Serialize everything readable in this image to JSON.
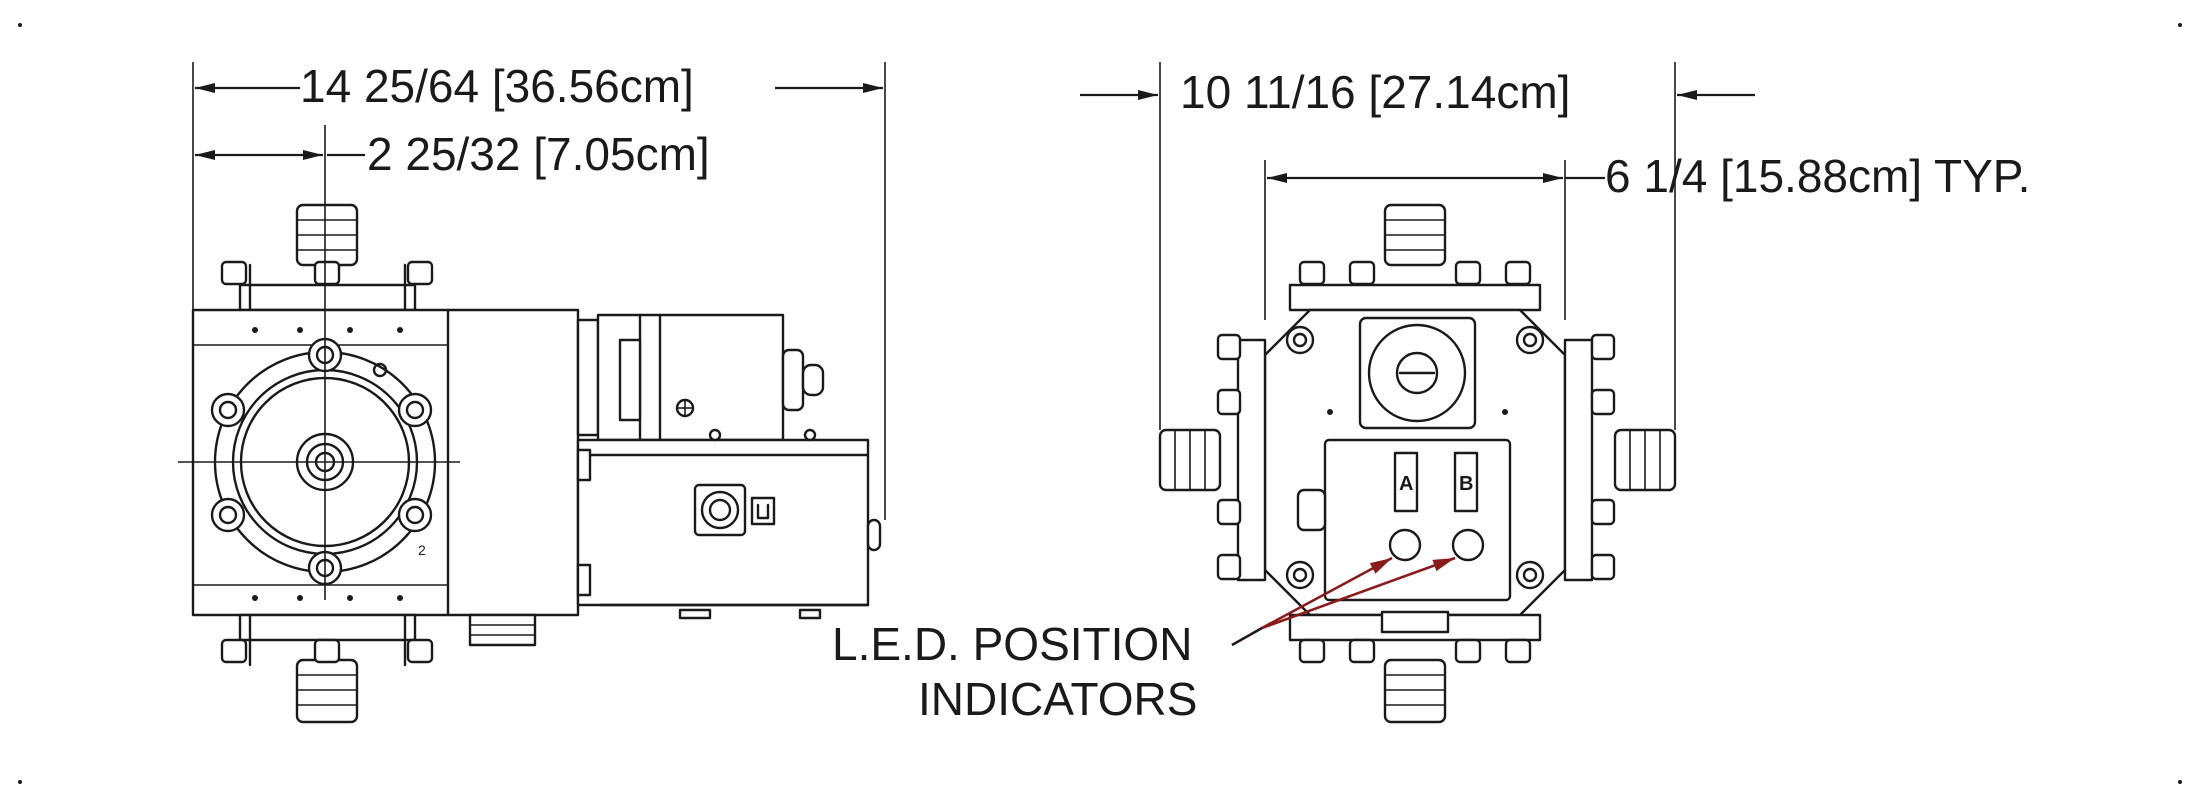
{
  "dimensions": {
    "overall_length": "14 25/64 [36.56cm]",
    "centerline_offset": "2 25/32 [7.05cm]",
    "overall_width": "10 11/16 [27.14cm]",
    "body_width": "6 1/4 [15.88cm] TYP."
  },
  "callout": {
    "line1": "L.E.D. POSITION",
    "line2": "INDICATORS"
  },
  "face_labels": {
    "indicator_a": "A",
    "indicator_b": "B",
    "small_mark": "2"
  },
  "colors": {
    "line": "#1a1a1a",
    "leader": "#8b1a1a",
    "background": "#ffffff"
  }
}
